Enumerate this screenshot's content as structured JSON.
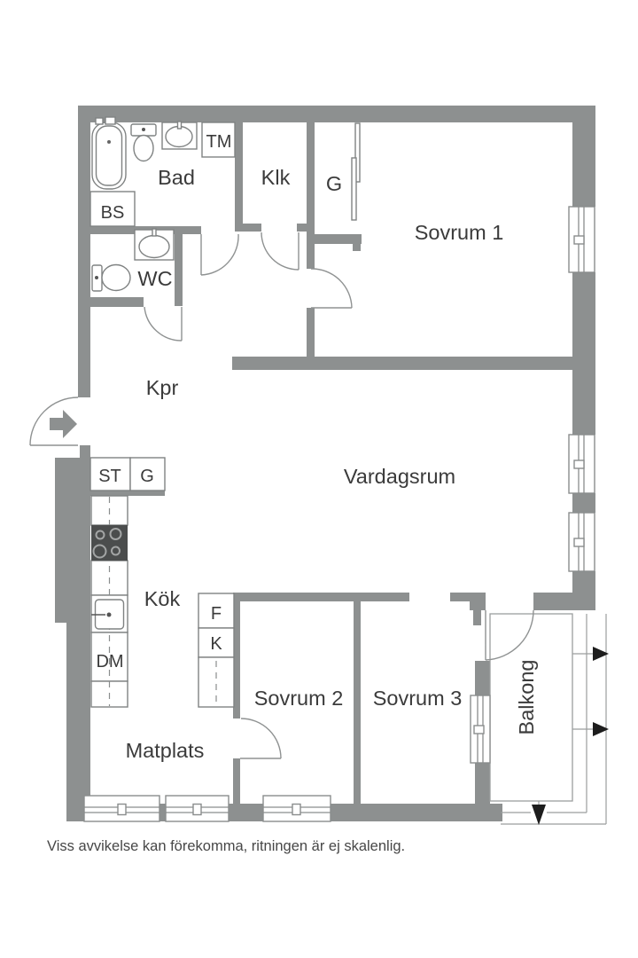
{
  "rooms": {
    "bad": "Bad",
    "klk": "Klk",
    "garderob_top": "G",
    "sovrum1": "Sovrum 1",
    "wc": "WC",
    "kpr": "Kpr",
    "vardagsrum": "Vardagsrum",
    "kok": "Kök",
    "sovrum2": "Sovrum 2",
    "sovrum3": "Sovrum 3",
    "balkong": "Balkong",
    "matplats": "Matplats"
  },
  "units": {
    "tm": "TM",
    "bs": "BS",
    "st": "ST",
    "garderob_hall": "G",
    "f": "F",
    "k": "K",
    "dm": "DM"
  },
  "disclaimer": "Viss avvikelse kan förekomma, ritningen är ej skalenlig.",
  "icons": {
    "entrance_arrow": "right-arrow",
    "balcony_right_arrows": "right-arrow",
    "balcony_down_arrow": "down-arrow"
  },
  "colors": {
    "wall": "#8d9090",
    "fixture_outline": "#7f8282",
    "stove": "#4b4d4d",
    "arrow_black": "#1d1d1d",
    "text": "#3b3b3b",
    "background": "#ffffff"
  }
}
